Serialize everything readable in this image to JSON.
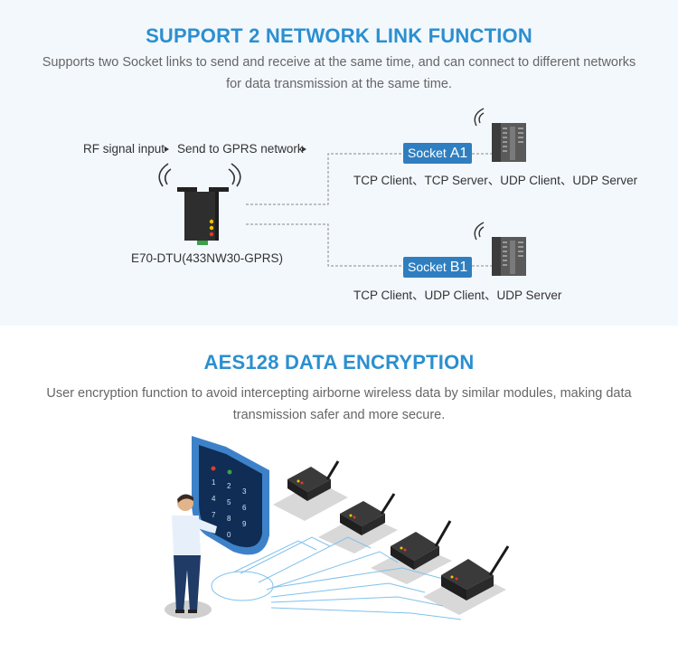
{
  "section1": {
    "title": "SUPPORT 2 NETWORK LINK FUNCTION",
    "desc_line1": "Supports two Socket links to send and receive at the same time, and can connect to different networks",
    "desc_line2": "for data transmission at the same time.",
    "rf_label": "RF signal input",
    "gprs_label": "Send to GPRS network",
    "device_label": "E70-DTU(433NW30-GPRS)",
    "socket_a_prefix": "Socket ",
    "socket_a_suffix": "A1",
    "socket_a_protocols": "TCP Client、TCP Server、UDP Client、UDP Server",
    "socket_b_prefix": "Socket ",
    "socket_b_suffix": "B1",
    "socket_b_protocols": "TCP Client、UDP Client、UDP Server"
  },
  "section2": {
    "title": "AES128 DATA ENCRYPTION",
    "desc_line1": "User encryption function to avoid intercepting airborne wireless data by similar modules, making data",
    "desc_line2": "transmission safer and more secure."
  },
  "colors": {
    "accent": "#2b8fd0",
    "socket_badge": "#2f7fc0",
    "section_bg": "#f3f8fd",
    "shield": "#2c6db5",
    "device_dark": "#2e2e2e"
  },
  "icons": [
    "wifi-signal-icon",
    "play-arrow-icon",
    "server-rack-icon",
    "dtu-device-icon",
    "shield-keypad-icon",
    "person-icon"
  ]
}
